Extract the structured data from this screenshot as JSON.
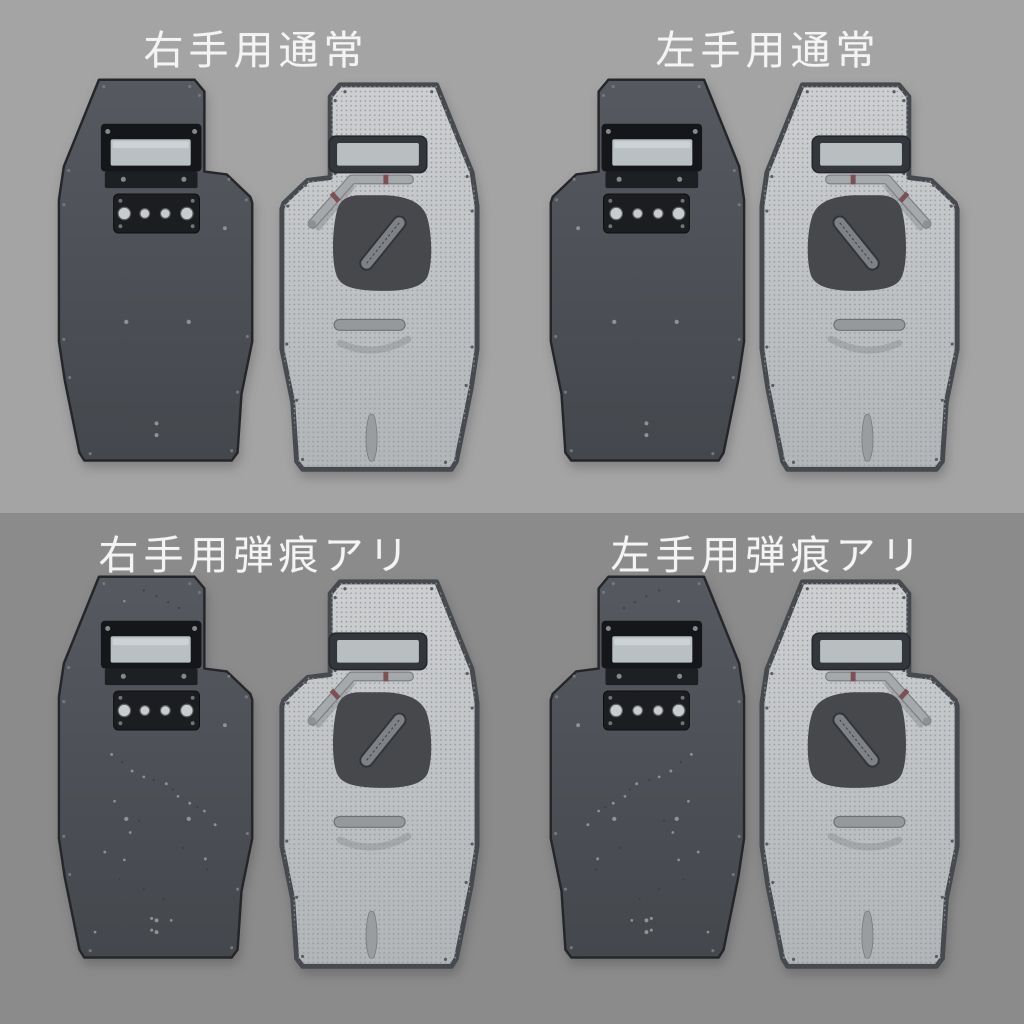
{
  "quadrants": [
    {
      "label": "右手用通常",
      "hand": "right",
      "variant": "normal"
    },
    {
      "label": "左手用通常",
      "hand": "left",
      "variant": "normal"
    },
    {
      "label": "右手用弾痕アリ",
      "hand": "right",
      "variant": "bullet-marked"
    },
    {
      "label": "左手用弾痕アリ",
      "hand": "left",
      "variant": "bullet-marked"
    }
  ],
  "colors": {
    "bg_top": "#a4a4a4",
    "bg_bottom": "#8b8b8b",
    "title_text": "#f4f4f4",
    "shield_front_body": "#4c4f54",
    "shield_front_edge": "#24262a",
    "shield_back_body": "#c6c8ca",
    "shield_back_rim": "#46494d",
    "hardware_black": "#141619",
    "viewport_glass": "#b9c0c3",
    "arm_pad": "#46484c",
    "handle_tube": "#a6a9ac",
    "tube_band": "#7b5156"
  }
}
